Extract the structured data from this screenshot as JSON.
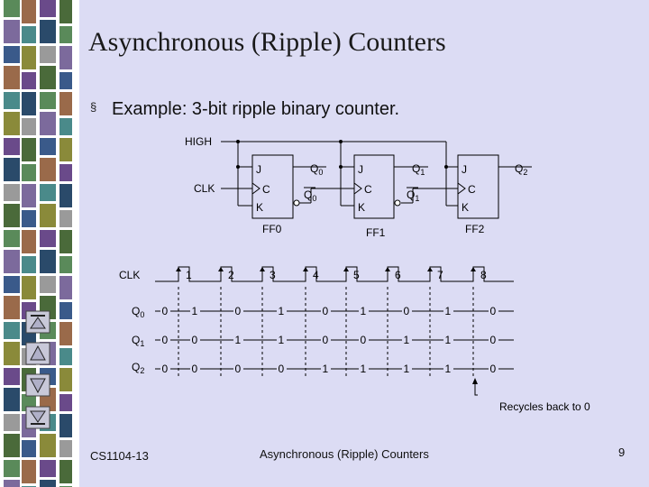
{
  "title": "Asynchronous (Ripple) Counters",
  "bullet": {
    "marker": "§",
    "text": "Example: 3-bit ripple binary counter."
  },
  "circuit": {
    "high": "HIGH",
    "clk": "CLK",
    "ff_labels": [
      "FF0",
      "FF1",
      "FF2"
    ],
    "pin_j": "J",
    "pin_c": "C",
    "pin_k": "K",
    "q_label": "Q",
    "outputs": [
      "0",
      "1",
      "2"
    ]
  },
  "timing": {
    "clk_label": "CLK",
    "signal_base": "Q",
    "signal_subs": [
      "0",
      "1",
      "2"
    ],
    "pulse_numbers": [
      "1",
      "2",
      "3",
      "4",
      "5",
      "6",
      "7",
      "8"
    ],
    "rows": [
      [
        "0",
        "1",
        "0",
        "1",
        "0",
        "1",
        "0",
        "1",
        "0"
      ],
      [
        "0",
        "0",
        "1",
        "1",
        "0",
        "0",
        "1",
        "1",
        "0"
      ],
      [
        "0",
        "0",
        "0",
        "0",
        "1",
        "1",
        "1",
        "1",
        "0"
      ]
    ],
    "recycle_note": "Recycles back to 0"
  },
  "footer": {
    "course": "CS1104-13",
    "topic": "Asynchronous (Ripple) Counters",
    "page": "9"
  },
  "colors": {
    "stripe_palette": [
      "#5a8a5a",
      "#7c6a9c",
      "#3a5a8a",
      "#9a6a4a",
      "#4a8a8a",
      "#8a8a3a",
      "#6a4a8a",
      "#2a4a6a",
      "#9a9a9a",
      "#4a6a3a"
    ],
    "background": "#dcdcf4"
  },
  "nav": [
    "first-slide",
    "previous-slide",
    "next-slide",
    "last-slide"
  ]
}
